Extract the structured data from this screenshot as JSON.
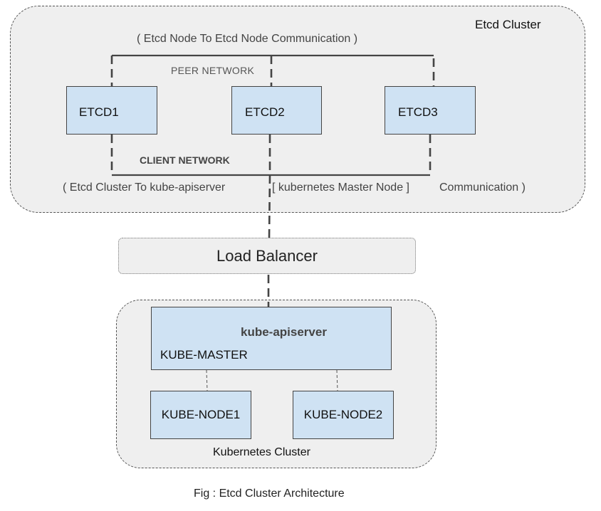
{
  "etcd_cluster": {
    "name": "Etcd Cluster",
    "peer_comm": "( Etcd Node To Etcd Node Communication )",
    "peer_network": "PEER NETWORK",
    "client_network": "CLIENT NETWORK",
    "client_comm_1": "( Etcd Cluster To kube-apiserver",
    "client_comm_2": "[ kubernetes Master Node ]",
    "client_comm_3": "Communication )",
    "nodes": [
      "ETCD1",
      "ETCD2",
      "ETCD3"
    ]
  },
  "load_balancer": {
    "label": "Load Balancer"
  },
  "kubernetes_cluster": {
    "name": "Kubernetes Cluster",
    "master": {
      "service": "kube-apiserver",
      "label": "KUBE-MASTER"
    },
    "workers": [
      "KUBE-NODE1",
      "KUBE-NODE2"
    ]
  },
  "caption": "Fig : Etcd Cluster Architecture",
  "colors": {
    "node_fill": "#cfe2f3",
    "cluster_fill": "#efefef",
    "line": "#444444"
  }
}
